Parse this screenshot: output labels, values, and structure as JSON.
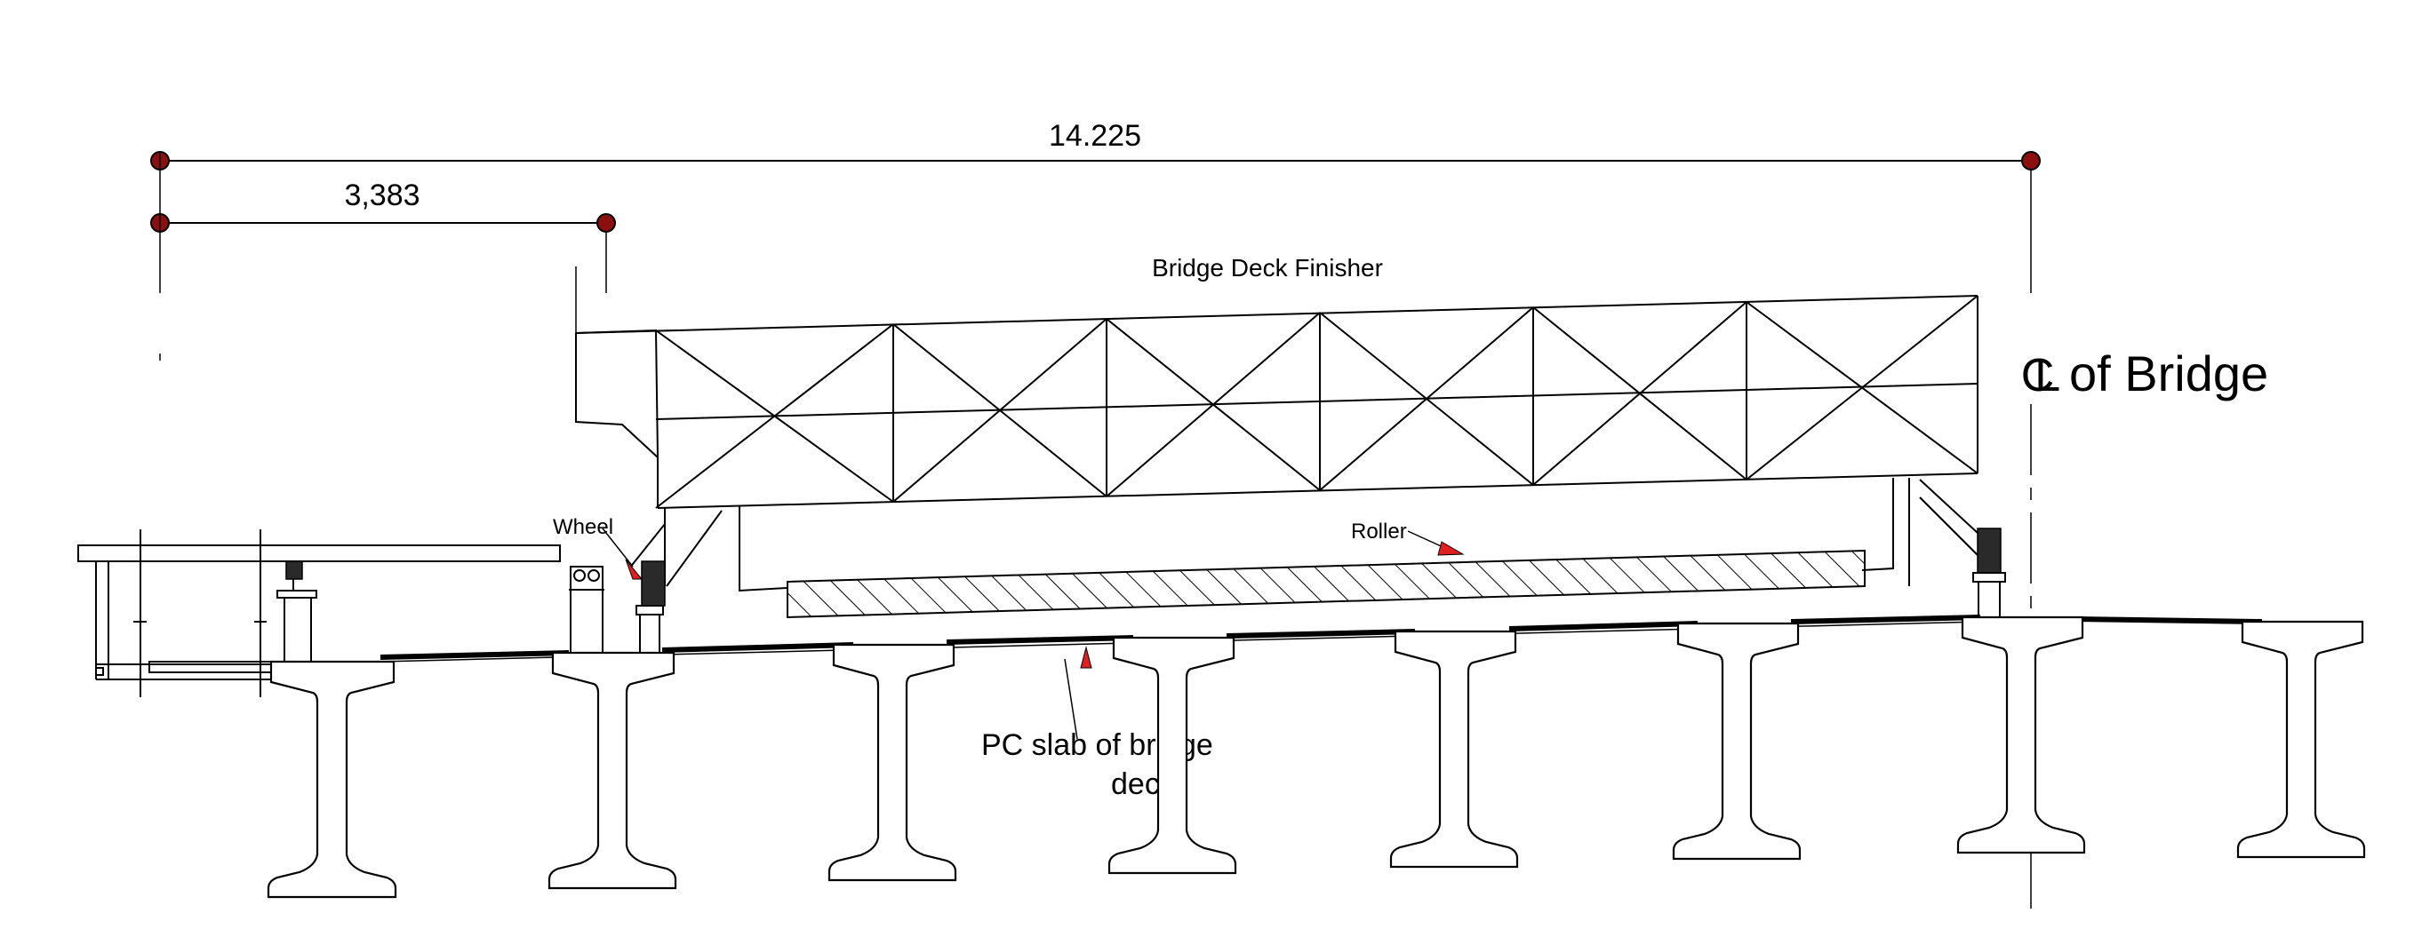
{
  "dimensions": {
    "overall": "14.225",
    "offset": "3,383"
  },
  "labels": {
    "machine": "Bridge Deck Finisher",
    "centerline_symbol": "CL",
    "centerline_text": "of Bridge",
    "wheel": "Wheel",
    "roller": "Roller",
    "slab_line1": "PC slab  of bridge",
    "slab_line2": "deck"
  },
  "colors": {
    "dimension_dot": "#8b0f0f",
    "pointer_arrow": "#e02020",
    "line": "#000000"
  },
  "components": {
    "girder_count": 8,
    "truss_panels": 6
  }
}
